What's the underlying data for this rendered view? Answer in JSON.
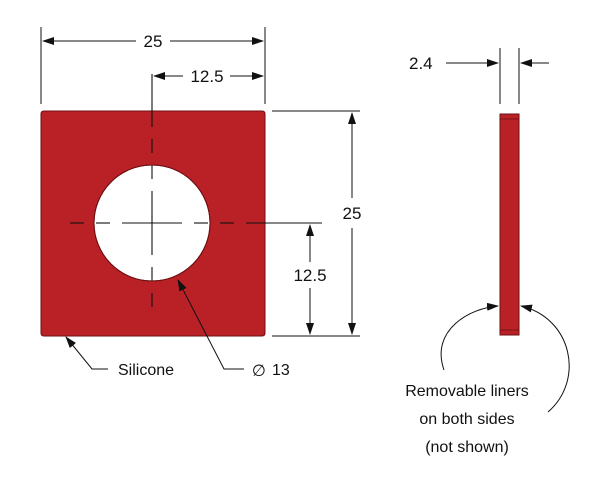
{
  "dimensions": {
    "width_total": "25",
    "width_half": "12.5",
    "height_total": "25",
    "height_half": "12.5",
    "thickness": "2.4",
    "hole_diameter": "13",
    "diameter_symbol": "∅"
  },
  "notes": {
    "material": "Silicone",
    "liners_line1": "Removable liners",
    "liners_line2": "on both sides",
    "liners_line3": "(not shown)"
  },
  "colors": {
    "part_fill": "#b92127",
    "part_edge": "#6e0f12",
    "line": "#111111",
    "hole": "#ffffff"
  }
}
